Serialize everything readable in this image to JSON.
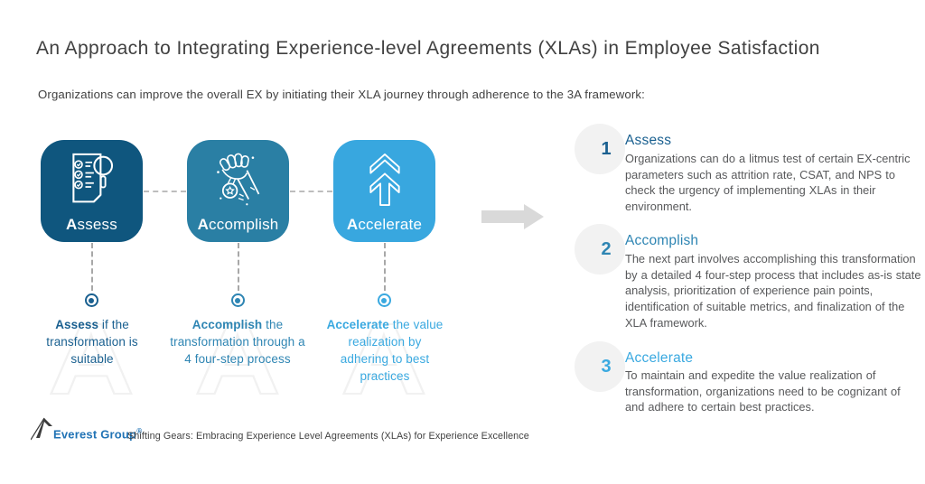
{
  "title": "An Approach to Integrating Experience-level Agreements (XLAs) in Employee Satisfaction",
  "subtitle": "Organizations can improve the overall EX by initiating their XLA journey through adherence to the 3A framework:",
  "colors": {
    "title_text": "#414141",
    "body_text": "#58595B",
    "box_fill_1": "#0F567E",
    "box_fill_2": "#2A7FA4",
    "box_fill_3": "#38A7DF",
    "accent_1": "#1A6090",
    "accent_2": "#2E85B3",
    "accent_3": "#3AA9E0",
    "arrow": "#D9D9D9",
    "circle_bg": "#F2F2F2",
    "watermark": "#F1F1F1",
    "logo_blue": "#2173B5",
    "logo_dark": "#3C3C3C"
  },
  "steps": [
    {
      "label_initial": "A",
      "label_rest": "ssess",
      "icon": "checklist-magnifier-icon",
      "caption_bold": "Assess",
      "caption_rest": " if the transformation is suitable",
      "watermark": "A"
    },
    {
      "label_initial": "A",
      "label_rest": "ccomplish",
      "icon": "fist-medal-icon",
      "caption_bold": "Accomplish",
      "caption_rest": " the transformation through a 4 four-step process",
      "watermark": "A"
    },
    {
      "label_initial": "A",
      "label_rest": "ccelerate",
      "icon": "double-chevron-up-icon",
      "caption_bold": "Accelerate",
      "caption_rest": " the value realization by adhering to best practices",
      "watermark": "A"
    }
  ],
  "flow_arrow_icon": "right-arrow-icon",
  "details": [
    {
      "number": "1",
      "heading": "Assess",
      "body": "Organizations can do a litmus test of certain EX-centric parameters such as attrition rate, CSAT, and NPS to check the urgency of implementing XLAs in their environment."
    },
    {
      "number": "2",
      "heading": "Accomplish",
      "body": "The next part involves accomplishing this transformation by a detailed 4 four-step process that includes as-is state analysis, prioritization of experience pain points, identification of suitable metrics, and finalization of the XLA framework."
    },
    {
      "number": "3",
      "heading": "Accelerate",
      "body": "To maintain and expedite the value realization of transformation, organizations need to be cognizant of and adhere to certain best practices."
    }
  ],
  "footer": {
    "logo_icon": "mountain-icon",
    "logo_text": "Everest Group",
    "registered_mark": "®",
    "source": "Shifting Gears: Embracing Experience Level Agreements (XLAs) for Experience Excellence"
  }
}
